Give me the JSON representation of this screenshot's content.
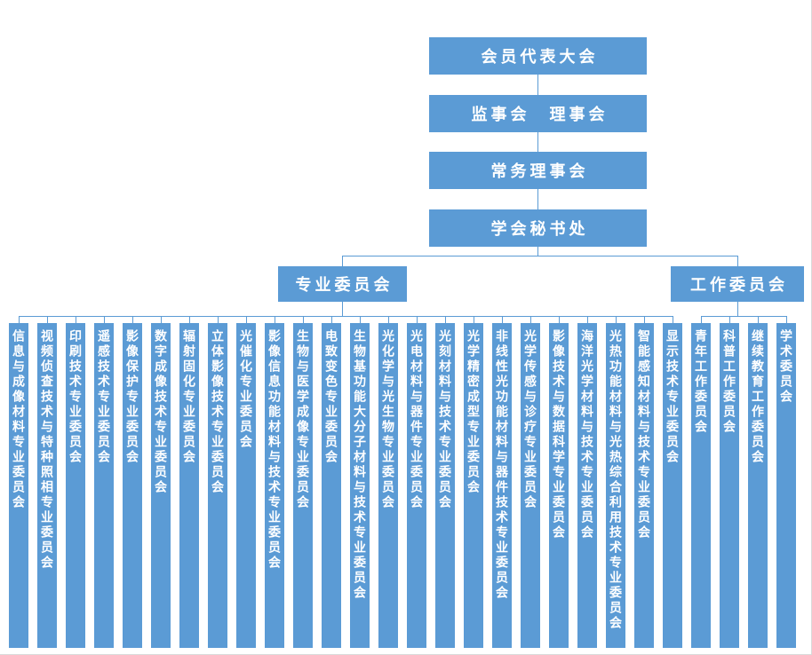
{
  "colors": {
    "primary": "#5B9BD5",
    "on_primary": "#FFFFFF"
  },
  "hierarchy": {
    "level1": "会员代表大会",
    "level2": "监事会　理事会",
    "level3": "常务理事会",
    "level4": "学会秘书处"
  },
  "branches": {
    "professional": {
      "label": "专业委员会",
      "committees": [
        "信息与成像材料专业委员会",
        "视频侦查技术与特种照相专业委员会",
        "印刷技术专业委员会",
        "遥感技术专业委员会",
        "影像保护专业委员会",
        "数字成像技术专业委员会",
        "辐射固化专业委员会",
        "立体影像技术专业委员会",
        "光催化专业委员会",
        "影像信息功能材料与技术专业委员会",
        "生物与医学成像专业委员会",
        "电致变色专业委员会",
        "生物基功能大分子材料与技术专业委员会",
        "光化学与光生物专业委员会",
        "光电材料与器件专业委员会",
        "光刻材料与技术专业委员会",
        "光学精密成型专业委员会",
        "非线性光功能材料与器件技术专业委员会",
        "光学传感与诊疗专业委员会",
        "影像技术与数据科学专业委员会",
        "海洋光学材料与技术专业委员会",
        "光热功能材料与光热综合利用技术专业委员会",
        "智能感知材料与技术专业委员会",
        "显示技术专业委员会"
      ]
    },
    "working": {
      "label": "工作委员会",
      "committees": [
        "青年工作委员会",
        "科普工作委员会",
        "继续教育工作委员会",
        "学术委员会"
      ]
    }
  }
}
